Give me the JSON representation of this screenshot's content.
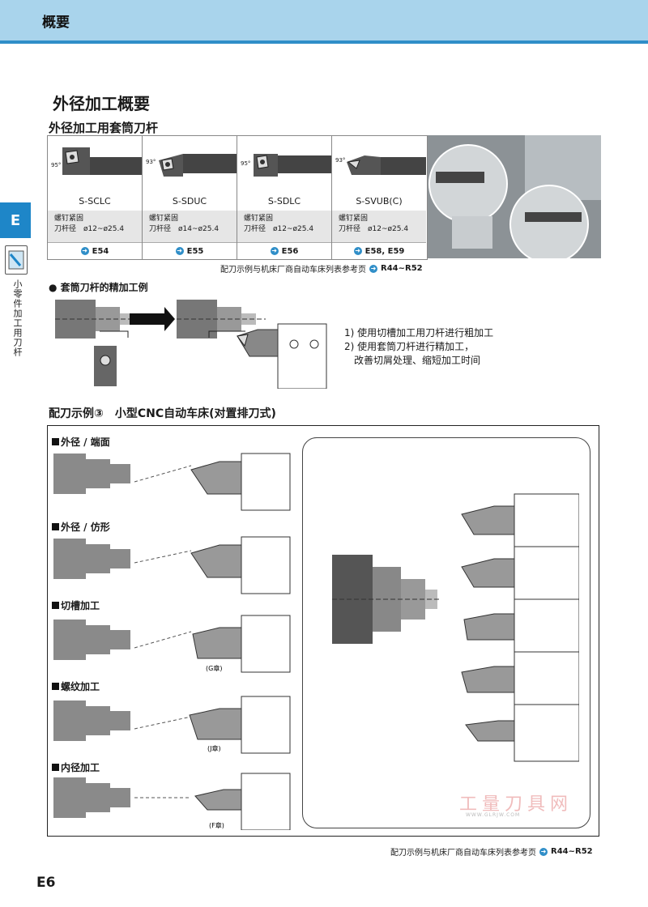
{
  "header": {
    "title": "概要"
  },
  "side": {
    "tab": "E",
    "label": "小零件加工用刀杆"
  },
  "section": {
    "title": "外径加工概要",
    "subtitle": "外径加工用套筒刀杆"
  },
  "tools": [
    {
      "angle": "95°",
      "name": "S-SCLC",
      "clamp": "螺钉紧固",
      "shank": "刀杆径　ø12~ø25.4",
      "ref": "E54"
    },
    {
      "angle": "93°",
      "name": "S-SDUC",
      "clamp": "螺钉紧固",
      "shank": "刀杆径　ø14~ø25.4",
      "ref": "E55"
    },
    {
      "angle": "95°",
      "name": "S-SDLC",
      "clamp": "螺钉紧固",
      "shank": "刀杆径　ø12~ø25.4",
      "ref": "E56"
    },
    {
      "angle": "93°",
      "name": "S-SVUB(C)",
      "clamp": "螺钉紧固",
      "shank": "刀杆径　ø12~ø25.4",
      "ref": "E58, E59"
    }
  ],
  "ref_top": {
    "text": "配刀示例与机床厂商自动车床列表参考页",
    "page": "R44~R52"
  },
  "finishing": {
    "title": "套筒刀杆的精加工例",
    "steps": [
      "1) 使用切槽加工用刀杆进行粗加工",
      "2) 使用套筒刀杆进行精加工，",
      "　改善切屑处理、缩短加工时间"
    ]
  },
  "config": {
    "title": "配刀示例③　小型CNC自动车床(对置排刀式)",
    "categories": [
      "外径 / 端面",
      "外径 / 仿形",
      "切槽加工",
      "螺纹加工",
      "内径加工"
    ],
    "notes": [
      "(G章)",
      "(J章)",
      "(F章)"
    ]
  },
  "ref_bottom": {
    "text": "配刀示例与机床厂商自动车床列表参考页",
    "page": "R44~R52"
  },
  "watermark": {
    "main": "工量刀具网",
    "sub": "WWW.GLRJW.COM"
  },
  "page_number": "E6"
}
